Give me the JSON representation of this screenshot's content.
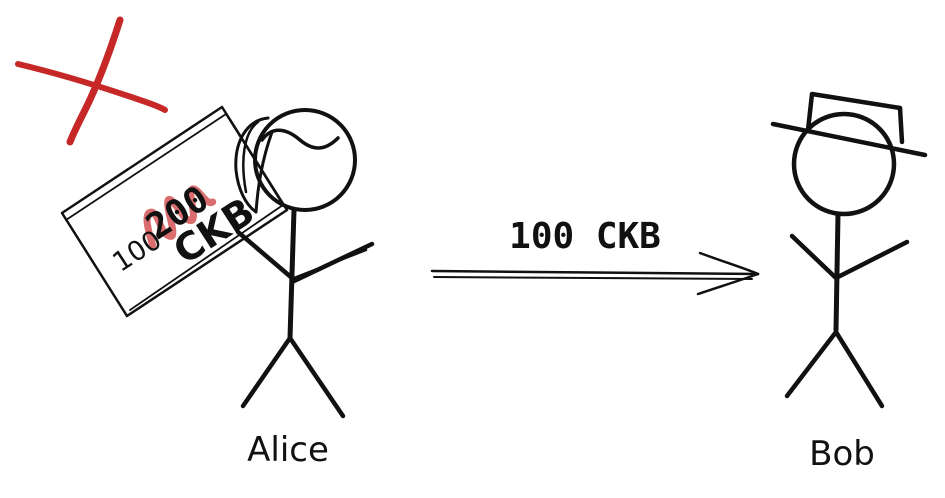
{
  "people": {
    "sender": {
      "name": "Alice"
    },
    "receiver": {
      "name": "Bob"
    }
  },
  "transfer": {
    "label": "100 CKB"
  },
  "banknote": {
    "old_value": "100",
    "crossed_value": "200",
    "currency": "CKB"
  },
  "colors": {
    "ink": "#111111",
    "reject_mark": "#c62828",
    "scribble": "#d35454"
  },
  "icons": {
    "reject": "cross-mark-icon"
  }
}
